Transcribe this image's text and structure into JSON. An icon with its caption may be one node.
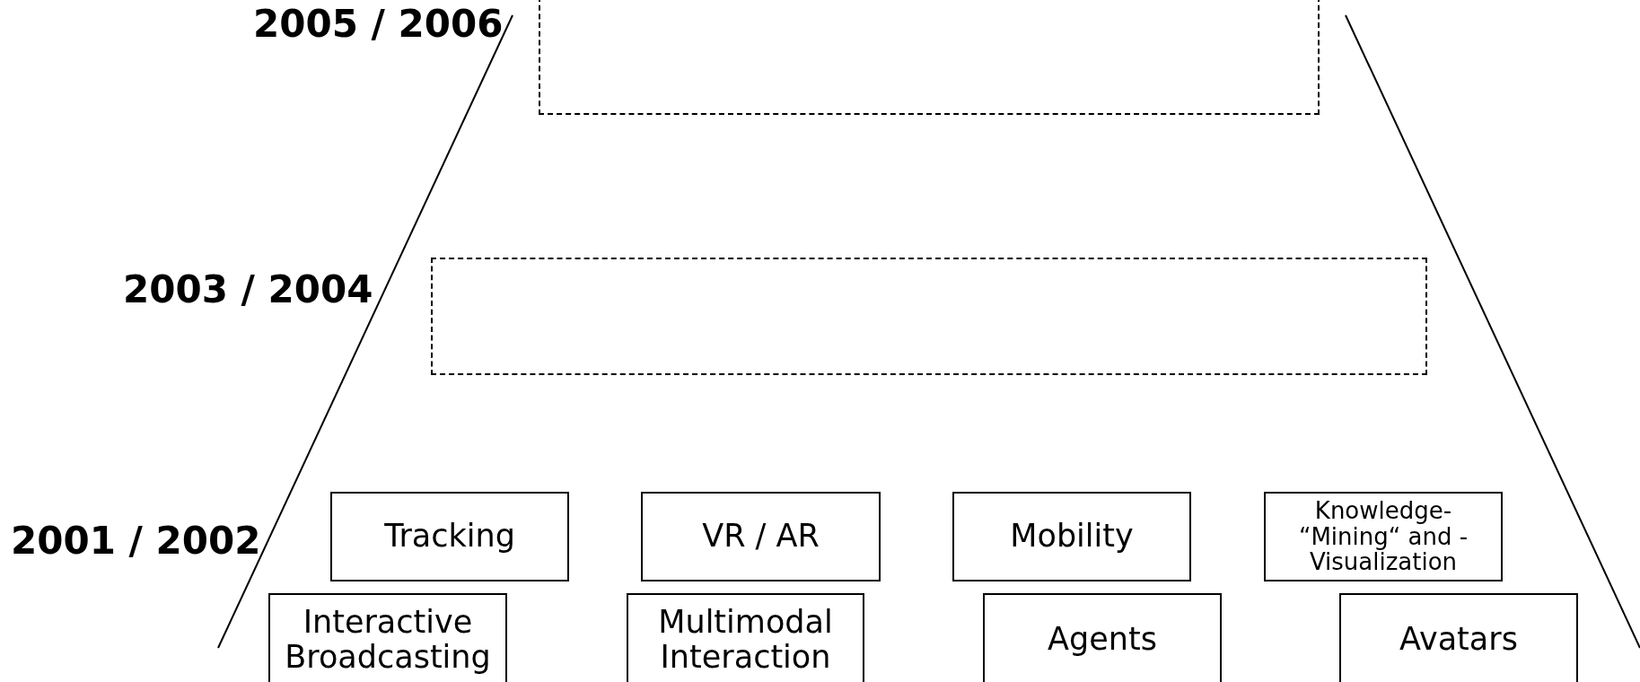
{
  "diagram": {
    "nodes": [
      {
        "text": [],
        "shape": "box"
      },
      {
        "text": [],
        "shape": "box"
      },
      {
        "text": [
          "Tracking"
        ]
      },
      {
        "text": [
          "VR / AR"
        ]
      },
      {
        "text": [
          "Mobility"
        ]
      },
      {
        "text": [
          "Knowledge- “Mining“ and - Visualization"
        ]
      },
      {
        "text": [
          "Interactive Broadcasting"
        ]
      },
      {
        "text": [
          "Multimodal Interaction"
        ]
      },
      {
        "text": [
          "Agents"
        ]
      },
      {
        "text": [
          "Avatars"
        ]
      }
    ],
    "labels": [
      "2005 / 2006",
      "2003 / 2004",
      "2001 / 2002"
    ]
  }
}
